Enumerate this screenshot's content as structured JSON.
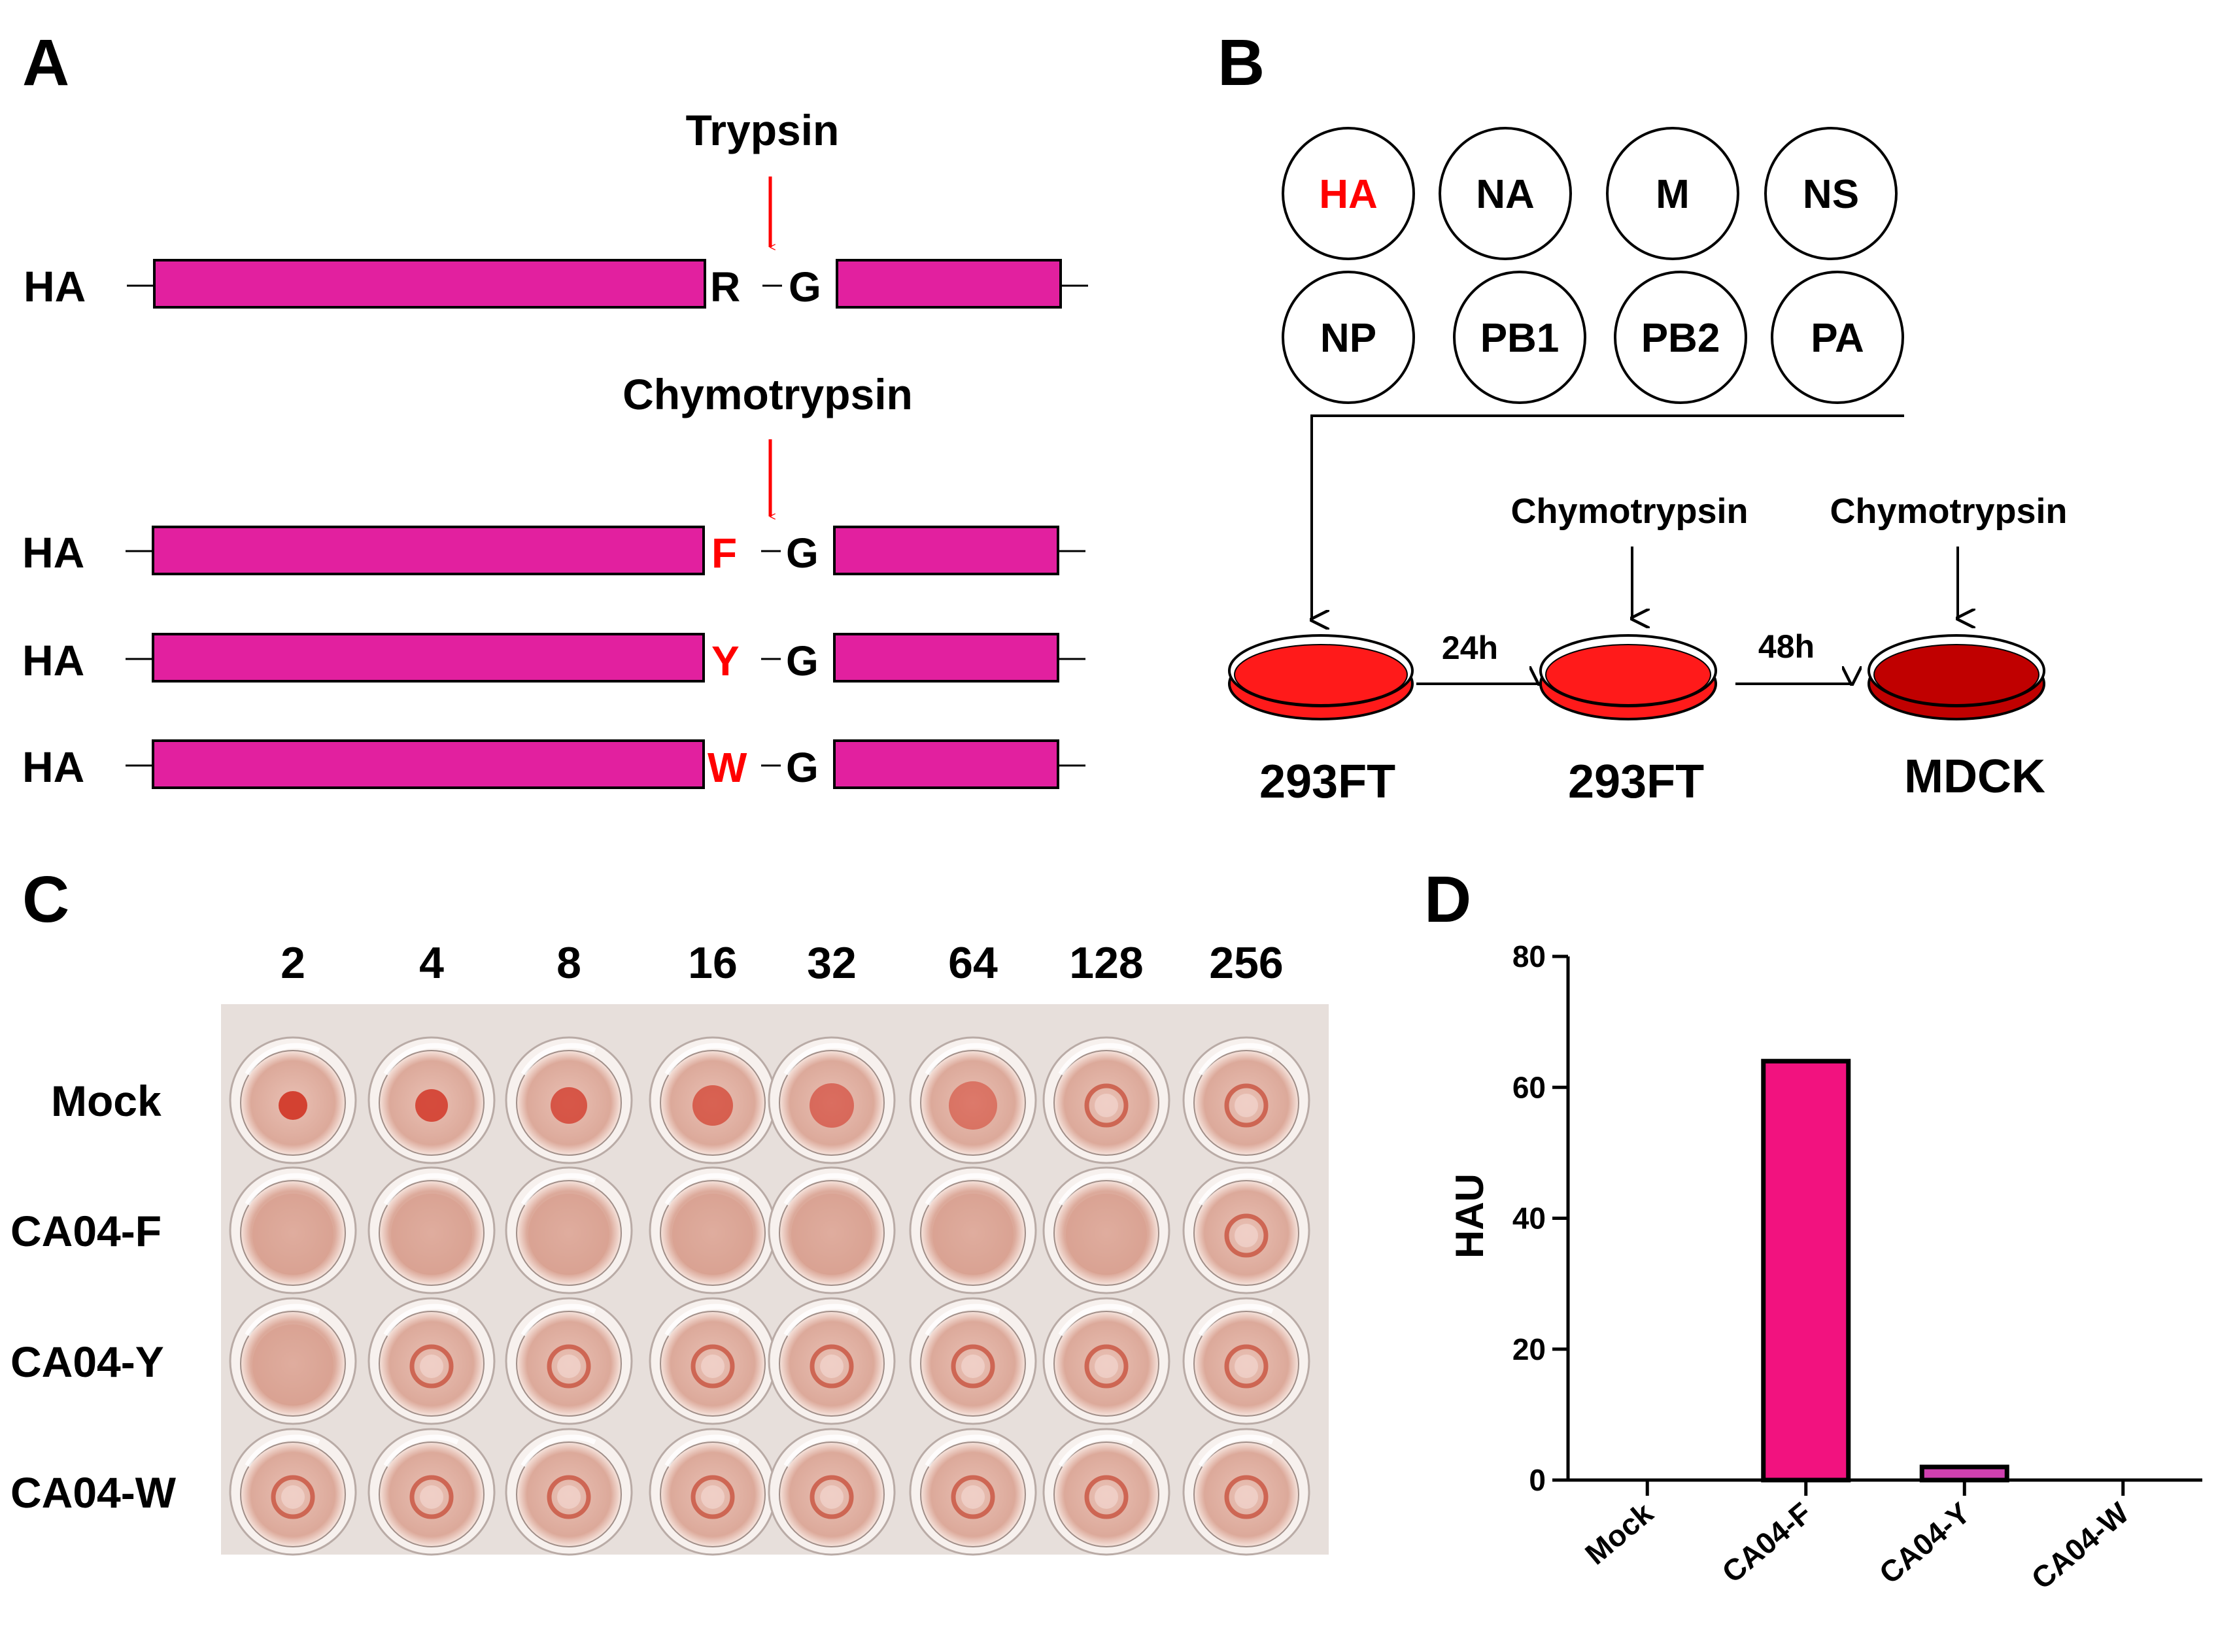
{
  "panels": {
    "a": "A",
    "b": "B",
    "c": "C",
    "d": "D"
  },
  "colors": {
    "bar_fill": "#e2209f",
    "cleavage_red": "#ff0000",
    "dish_red": "#ff1a1a",
    "dish_dark": "#c00000",
    "hau_bar": "#f2127f",
    "hau_bar_small": "#d040b0"
  },
  "panel_a": {
    "constructs": [
      {
        "segment": "HA",
        "residue": "R",
        "next": "G",
        "residue_highlight": false,
        "enzyme": "Trypsin"
      },
      {
        "segment": "HA",
        "residue": "F",
        "next": "G",
        "residue_highlight": true,
        "enzyme": "Chymotrypsin"
      },
      {
        "segment": "HA",
        "residue": "Y",
        "next": "G",
        "residue_highlight": true,
        "enzyme": ""
      },
      {
        "segment": "HA",
        "residue": "W",
        "next": "G",
        "residue_highlight": true,
        "enzyme": ""
      }
    ]
  },
  "panel_b": {
    "plasmids": [
      "HA",
      "NA",
      "M",
      "NS",
      "NP",
      "PB1",
      "PB2",
      "PA"
    ],
    "highlighted_plasmid": "HA",
    "steps": [
      {
        "cells": "293FT",
        "enzyme": ""
      },
      {
        "cells": "293FT",
        "enzyme": "Chymotrypsin"
      },
      {
        "cells": "MDCK",
        "enzyme": "Chymotrypsin"
      }
    ],
    "intervals": [
      "24h",
      "48h"
    ]
  },
  "panel_c": {
    "dilutions": [
      "2",
      "4",
      "8",
      "16",
      "32",
      "64",
      "128",
      "256"
    ],
    "rows": [
      {
        "label": "Mock",
        "wells": [
          "button",
          "button",
          "button",
          "button",
          "button",
          "button",
          "ring",
          "ring"
        ]
      },
      {
        "label": "CA04-F",
        "wells": [
          "diffuse",
          "diffuse",
          "diffuse",
          "diffuse",
          "diffuse",
          "diffuse",
          "diffuse",
          "ring"
        ]
      },
      {
        "label": "CA04-Y",
        "wells": [
          "diffuse",
          "ring",
          "ring",
          "ring",
          "ring",
          "ring",
          "ring",
          "ring"
        ]
      },
      {
        "label": "CA04-W",
        "wells": [
          "ring",
          "ring",
          "ring",
          "ring",
          "ring",
          "ring",
          "ring",
          "ring"
        ]
      }
    ]
  },
  "chart_data": {
    "type": "bar",
    "categories": [
      "Mock",
      "CA04-F",
      "CA04-Y",
      "CA04-W"
    ],
    "values": [
      0,
      64,
      2,
      0
    ],
    "title": "",
    "xlabel": "",
    "ylabel": "HAU",
    "ylim": [
      0,
      80
    ],
    "yticks": [
      0,
      20,
      40,
      60,
      80
    ],
    "grid": false
  }
}
